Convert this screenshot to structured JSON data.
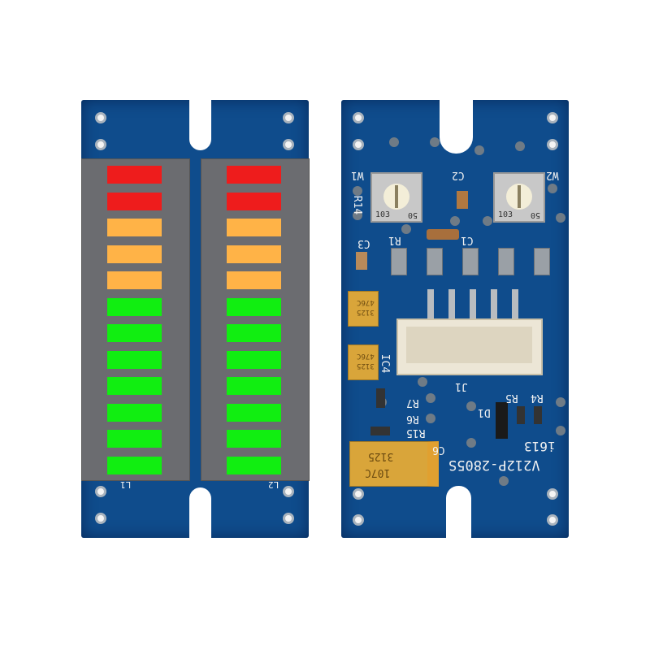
{
  "left_board": {
    "displays": [
      {
        "label": "L1",
        "segments": [
          "red",
          "red",
          "orange",
          "orange",
          "orange",
          "green",
          "green",
          "green",
          "green",
          "green",
          "green",
          "green"
        ]
      },
      {
        "label": "L2",
        "segments": [
          "red",
          "red",
          "orange",
          "orange",
          "orange",
          "green",
          "green",
          "green",
          "green",
          "green",
          "green",
          "green"
        ]
      }
    ]
  },
  "colors": {
    "red": "#ee1c1c",
    "orange": "#ffb347",
    "green": "#11ee11",
    "pcb": "#0f4c8c",
    "display": "#6b6c70"
  },
  "right_board": {
    "labels": {
      "w1": "W1",
      "w2": "W2",
      "c2": "C2",
      "r14": "R14",
      "r1": "R1",
      "c1": "C1",
      "c3": "C3",
      "ic4": "IC4",
      "j1": "J1",
      "r7": "R7",
      "r6": "R6",
      "r15": "R15",
      "c6": "C6",
      "r5": "R5",
      "r4": "R4",
      "d1": "D1",
      "date": "i613",
      "model": "V212P-2805S"
    },
    "pot_codes": {
      "left": "103",
      "right": "50"
    },
    "big_cap": {
      "line1": "107C",
      "line2": "3125"
    },
    "small_cap": {
      "line1": "476C",
      "line2": "3125"
    }
  }
}
